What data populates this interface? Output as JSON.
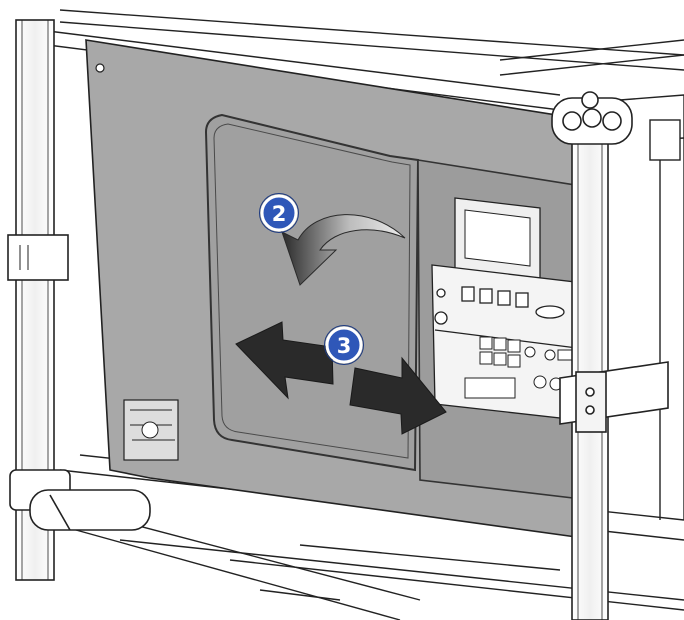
{
  "steps": [
    {
      "number": "2",
      "action": "rotate"
    },
    {
      "number": "3",
      "action": "slide-left-right"
    }
  ],
  "colors": {
    "panel_fill": "#a8a8a8",
    "panel_edge": "#5a5a5a",
    "frame_line": "#222222",
    "arrow_fill": "#2a2a2a",
    "arrow_fade": "#d8d8d8",
    "badge_fill": "#2f57b8",
    "badge_text": "#ffffff"
  },
  "icons": [
    "curved-arrow-icon",
    "left-arrow-icon",
    "right-arrow-icon"
  ]
}
